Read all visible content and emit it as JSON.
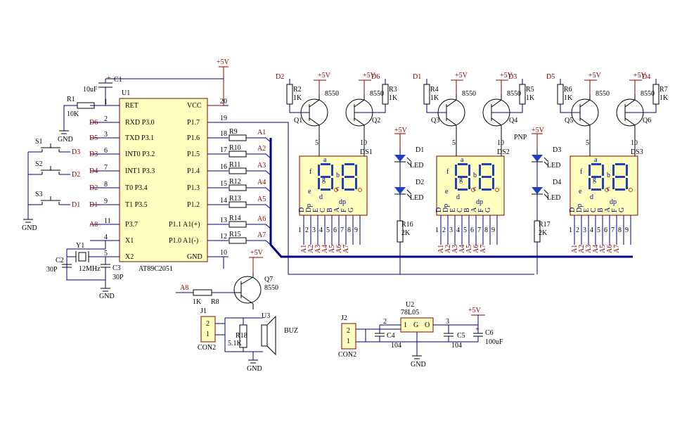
{
  "mcu": {
    "ref": "U1",
    "part": "AT89C2051",
    "left_pins": [
      {
        "num": "1",
        "name": "RET",
        "net": ""
      },
      {
        "num": "2",
        "name": "RXD P3.0",
        "net": "D6"
      },
      {
        "num": "3",
        "name": "TXD P3.1",
        "net": "D5"
      },
      {
        "num": "6",
        "name": "INT0 P3.2",
        "net": "D3"
      },
      {
        "num": "7",
        "name": "INT1 P3.3",
        "net": "D4"
      },
      {
        "num": "8",
        "name": "T0 P3.4",
        "net": "D2"
      },
      {
        "num": "9",
        "name": "T1 P3.5",
        "net": "D1"
      },
      {
        "num": "11",
        "name": "P3.7",
        "net": "A8"
      },
      {
        "num": "4",
        "name": "X1",
        "net": ""
      },
      {
        "num": "5",
        "name": "X2",
        "net": ""
      }
    ],
    "right_pins": [
      {
        "num": "20",
        "name": "VCC",
        "res": "",
        "net": ""
      },
      {
        "num": "19",
        "name": "P1.7",
        "res": "",
        "net": ""
      },
      {
        "num": "18",
        "name": "P1.6",
        "res": "R9",
        "net": "A1"
      },
      {
        "num": "17",
        "name": "P1.5",
        "res": "R10",
        "net": "A2"
      },
      {
        "num": "16",
        "name": "P1.4",
        "res": "R11",
        "net": "A3"
      },
      {
        "num": "15",
        "name": "P1.3",
        "res": "R12",
        "net": "A4"
      },
      {
        "num": "14",
        "name": "P1.2",
        "res": "R13",
        "net": "A5"
      },
      {
        "num": "13",
        "name": "P1.1 A1(+)",
        "res": "R14",
        "net": "A6"
      },
      {
        "num": "12",
        "name": "P1.0 A1(-)",
        "res": "R15",
        "net": "A7"
      },
      {
        "num": "10",
        "name": "GND",
        "res": "",
        "net": ""
      }
    ]
  },
  "power": {
    "vcc": "+5V",
    "gnd": "GND"
  },
  "reset": {
    "cap_ref": "C1",
    "cap_val": "10uF",
    "res_ref": "R1",
    "res_val": "10K"
  },
  "crystal": {
    "ref": "Y1",
    "val": "12MHz",
    "c2_ref": "C2",
    "c2_val": "30P",
    "c3_ref": "C3",
    "c3_val": "30P"
  },
  "switches": [
    {
      "ref": "S1",
      "net": "D3"
    },
    {
      "ref": "S2",
      "net": "D2"
    },
    {
      "ref": "S3",
      "net": "D1"
    }
  ],
  "displays": [
    {
      "ref": "DS1",
      "left": {
        "res": "R2",
        "net": "D2",
        "q": "Q1"
      },
      "right": {
        "res": "R3",
        "net": "D6",
        "q": "Q2"
      }
    },
    {
      "ref": "DS2",
      "left": {
        "res": "R4",
        "net": "D1",
        "q": "Q3"
      },
      "right": {
        "res": "R5",
        "net": "D3",
        "q": "Q4"
      }
    },
    {
      "ref": "DS3",
      "left": {
        "res": "R6",
        "net": "D5",
        "q": "Q5"
      },
      "right": {
        "res": "R7",
        "net": "D4",
        "q": "Q6"
      }
    }
  ],
  "display_common": {
    "res_val": "1K",
    "transistor": "8550",
    "seg_letters": [
      "a",
      "f",
      "g",
      "b",
      "e",
      "c",
      "d",
      "dp"
    ],
    "bottom_pins": [
      "D",
      "Dp",
      "E",
      "C",
      "B",
      "A",
      "F",
      "G"
    ],
    "pin_nums": [
      "1",
      "2",
      "3",
      "4",
      "5",
      "6",
      "7",
      "8",
      "9"
    ],
    "pin_nets": [
      "A1",
      "A2",
      "A3",
      "A4",
      "A5",
      "A6",
      "A7"
    ],
    "digit_pins": [
      "5",
      "10"
    ]
  },
  "leds": [
    {
      "ref": "D1",
      "label": "LED"
    },
    {
      "ref": "D2",
      "label": "LED"
    },
    {
      "ref": "D3",
      "label": "LED"
    },
    {
      "ref": "D4",
      "label": "LED"
    }
  ],
  "led_res": [
    {
      "ref": "R16",
      "val": "2K"
    },
    {
      "ref": "R17",
      "val": "2K"
    }
  ],
  "pnp_label": "PNP",
  "buzzer": {
    "q_ref": "Q7",
    "q_part": "8550",
    "r8_ref": "R8",
    "r8_val": "1K",
    "net": "A8",
    "u3": "U3",
    "label": "BUZ",
    "r18_ref": "R18",
    "r18_val": "5.1K",
    "conn_ref": "J1",
    "conn_name": "CON2"
  },
  "regulator": {
    "ref": "U2",
    "part": "78L05",
    "pins": [
      "1",
      "G",
      "O"
    ],
    "pin_nums": [
      "2",
      "3"
    ],
    "c4_ref": "C4",
    "c4_val": "104",
    "c5_ref": "C5",
    "c5_val": "104",
    "c6_ref": "C6",
    "c6_val": "100uF",
    "conn_ref": "J2",
    "conn_name": "CON2"
  },
  "connector_pins": [
    "2",
    "1"
  ]
}
